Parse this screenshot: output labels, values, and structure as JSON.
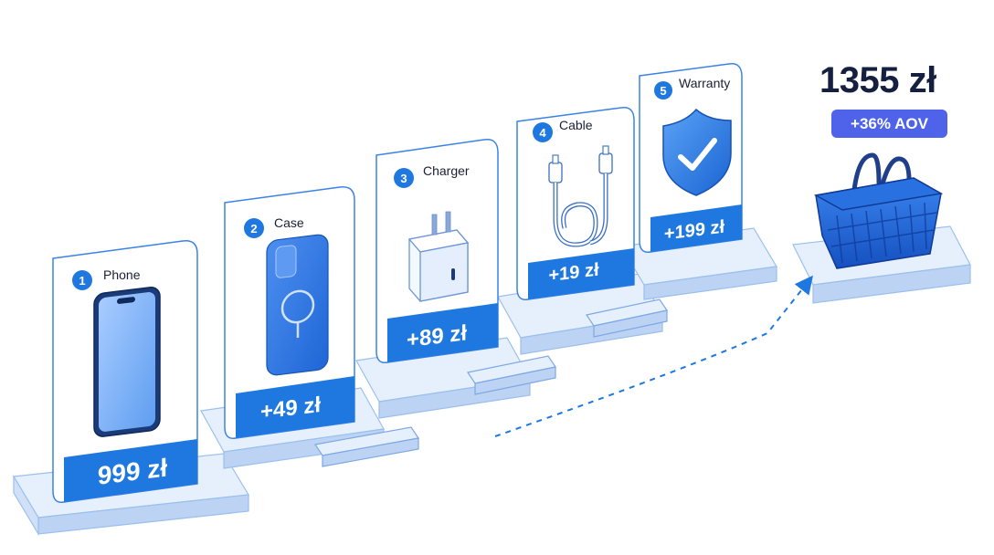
{
  "steps": [
    {
      "number": "1",
      "label": "Phone",
      "price": "999 zł",
      "icon": "smartphone-icon"
    },
    {
      "number": "2",
      "label": "Case",
      "price": "+49 zł",
      "icon": "phone-case-icon"
    },
    {
      "number": "3",
      "label": "Charger",
      "price": "+89 zł",
      "icon": "charger-icon"
    },
    {
      "number": "4",
      "label": "Cable",
      "price": "+19 zł",
      "icon": "cable-icon"
    },
    {
      "number": "5",
      "label": "Warranty",
      "price": "+199 zł",
      "icon": "shield-check-icon"
    }
  ],
  "total": {
    "value": "1355 zł",
    "badge": "+36% AOV"
  },
  "basket": {
    "icon": "shopping-basket-icon"
  },
  "colors": {
    "primary": "#1e78e0",
    "accent": "#4f63ea",
    "platform": "#dfeafb",
    "platform_side": "#bcd3f3",
    "text_dark": "#152040"
  }
}
